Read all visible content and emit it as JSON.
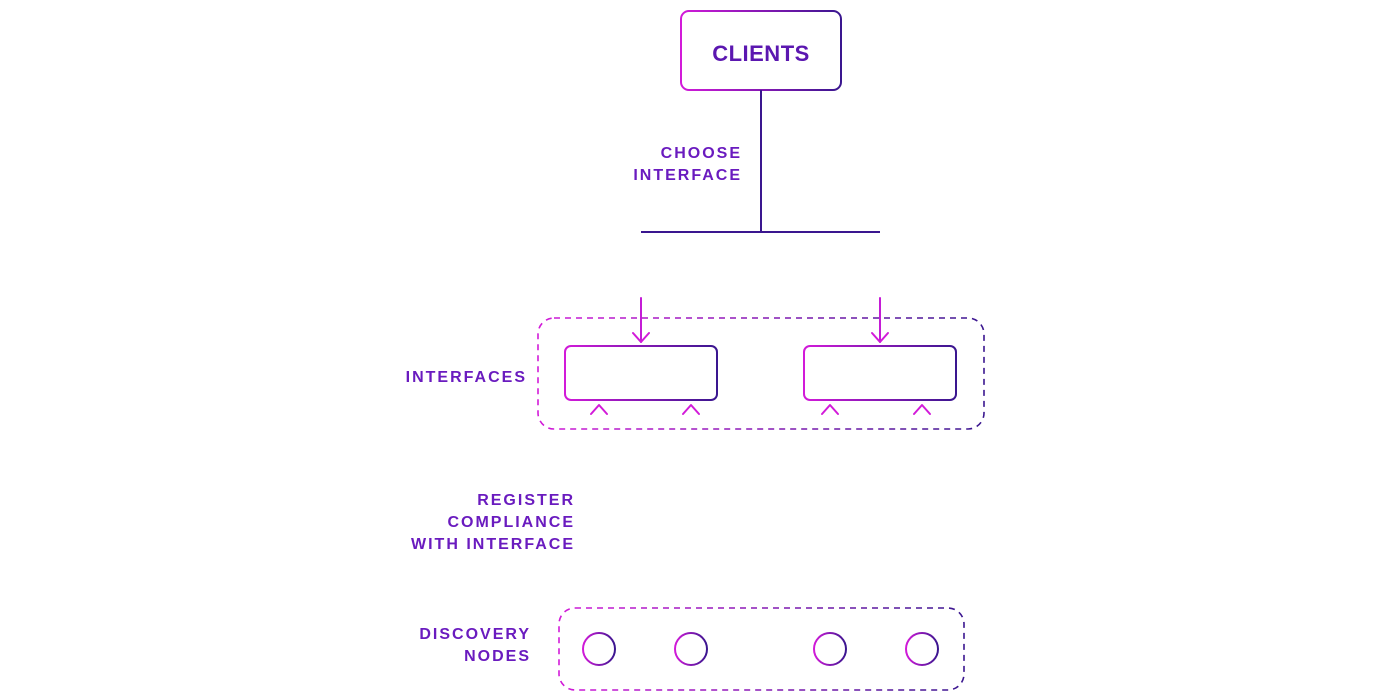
{
  "clients_box": {
    "label": "CLIENTS"
  },
  "choose_interface": {
    "line1": "CHOOSE",
    "line2": "INTERFACE"
  },
  "interfaces": {
    "label": "INTERFACES",
    "count": 2
  },
  "register_compliance": {
    "line1": "REGISTER",
    "line2": "COMPLIANCE",
    "line3": "WITH INTERFACE"
  },
  "discovery_nodes": {
    "line1": "DISCOVERY",
    "line2": "NODES",
    "count": 4
  },
  "colors": {
    "magenta": "#d21ad9",
    "indigo": "#3a168f",
    "text_purple": "#6a1bbf"
  }
}
